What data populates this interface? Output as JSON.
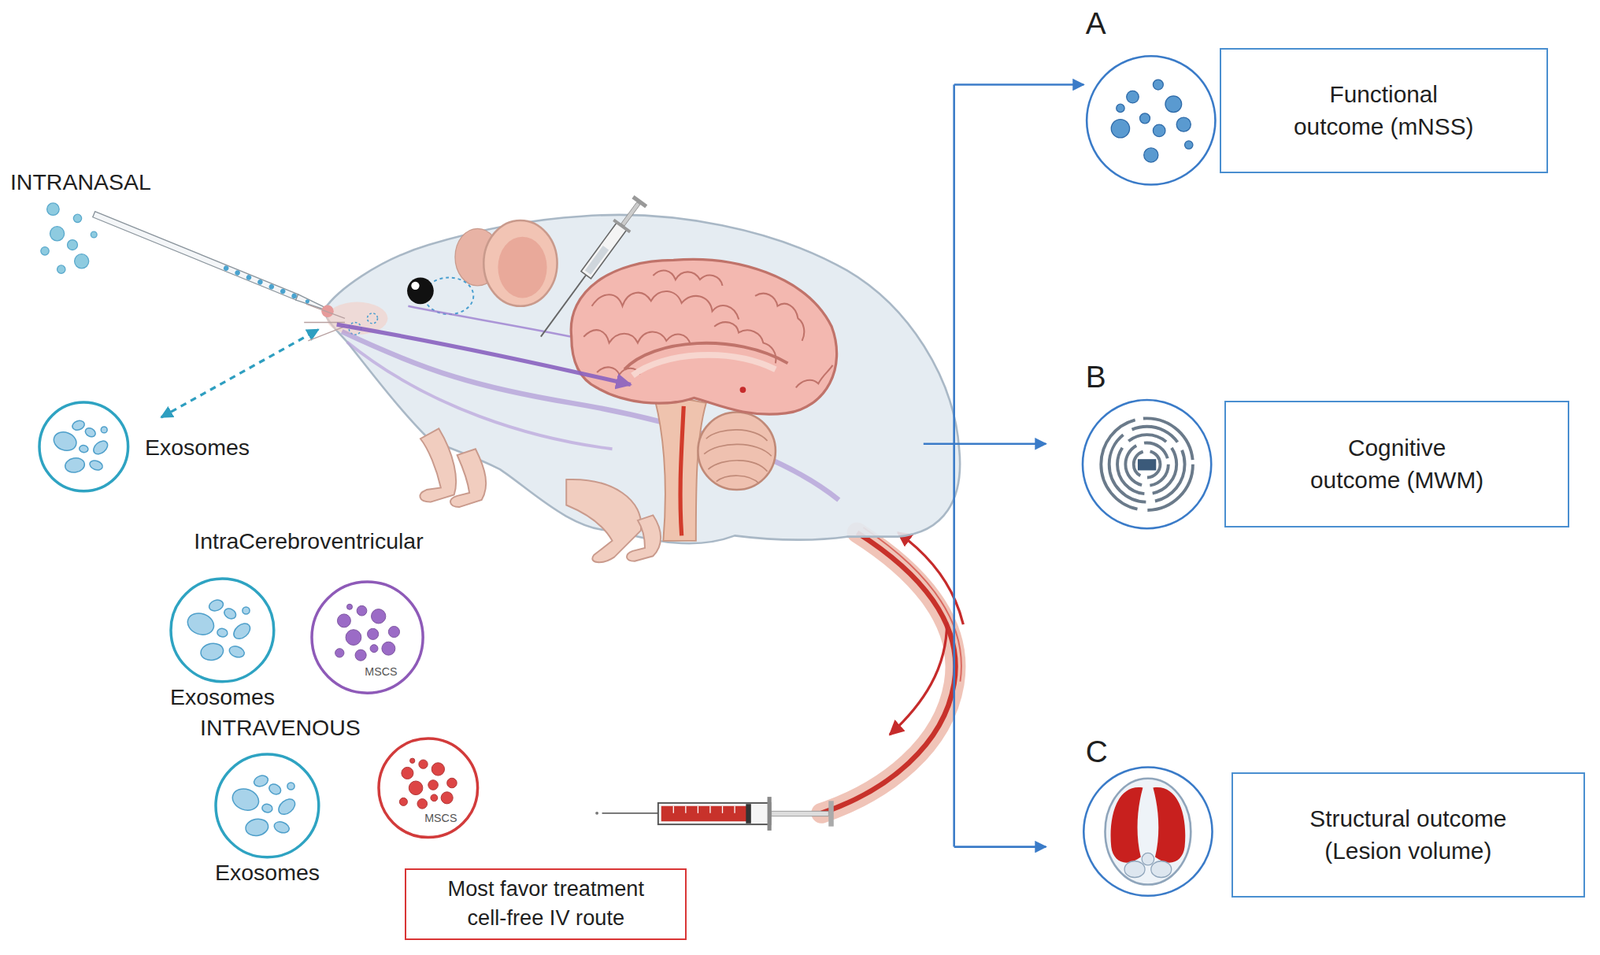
{
  "diagram": {
    "nodes": [
      {
        "text": [
          "Exosomes"
        ]
      },
      {
        "text": [
          "Exosomes"
        ]
      },
      {
        "text": [
          "MSCS"
        ]
      },
      {
        "text": [
          "Exosomes"
        ]
      },
      {
        "text": [
          "MSCS"
        ]
      },
      {
        "text": [
          "Most favor treatment cell-free IV route"
        ]
      },
      {
        "text": [
          "Functional outcome (mNSS)"
        ]
      },
      {
        "text": [
          "Cognitive outcome (MWM)"
        ]
      },
      {
        "text": [
          "Structural outcome (Lesion volume)"
        ]
      }
    ],
    "labels": [
      "INTRANASAL",
      "IntraCerebroventricular",
      "INTRAVENOUS",
      "A",
      "B",
      "C"
    ]
  }
}
